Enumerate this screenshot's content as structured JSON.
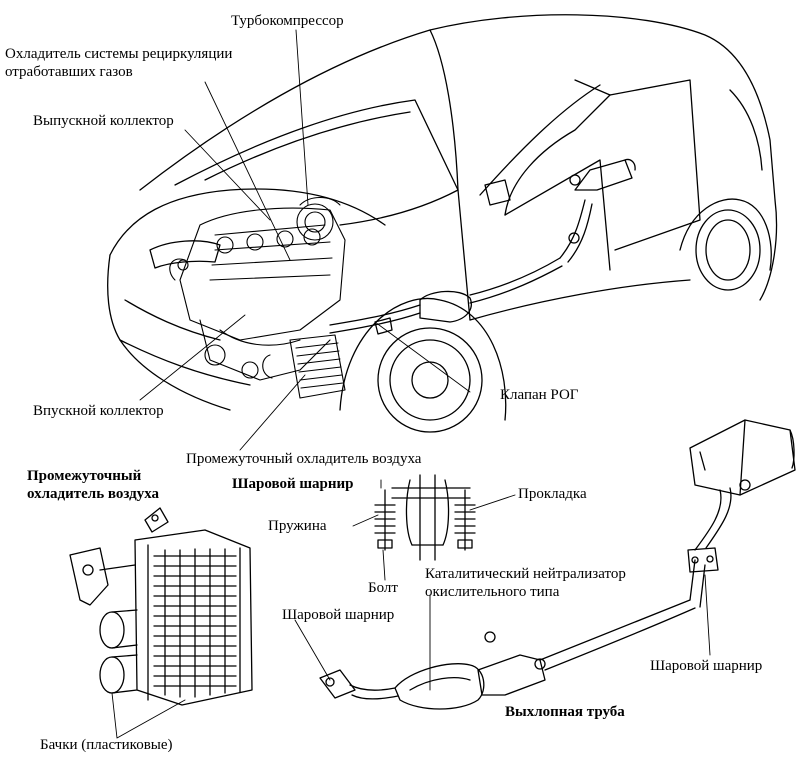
{
  "labels": {
    "turbo": "Турбокомпрессор",
    "egr_cooler": "Охладитель системы рециркуляции\nотработавших газов",
    "exhaust_manifold": "Выпускной коллектор",
    "intake_manifold": "Впускной коллектор",
    "egr_valve": "Клапан РОГ",
    "intercooler": "Промежуточный охладитель воздуха",
    "intercooler_title": "Промежуточный\nохладитель воздуха",
    "ball_joint_title": "Шаровой шарнир",
    "gasket": "Прокладка",
    "spring": "Пружина",
    "bolt": "Болт",
    "catalyst": "Каталитический нейтрализатор\nокислительного типа",
    "ball_joint_left": "Шаровой шарнир",
    "ball_joint_right": "Шаровой шарнир",
    "tanks": "Бачки (пластиковые)",
    "exhaust_pipe_title": "Выхлопная труба"
  },
  "colors": {
    "line": "#000000",
    "background": "#ffffff"
  }
}
